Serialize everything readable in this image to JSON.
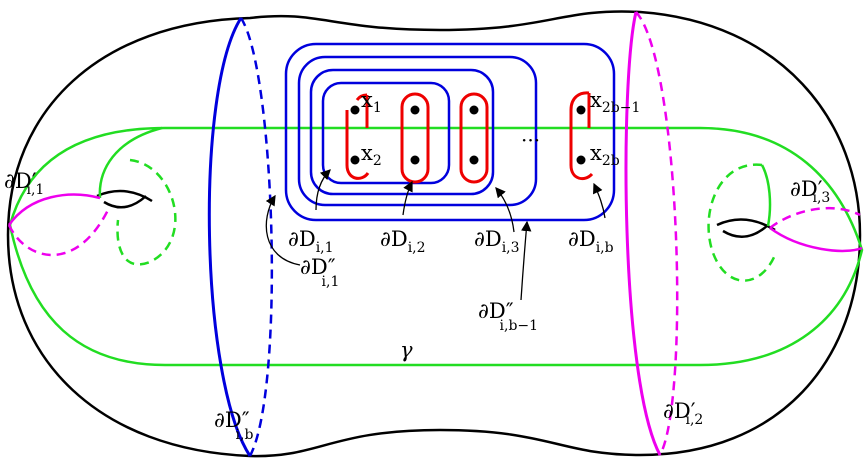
{
  "colors": {
    "outline": "#000000",
    "blue": "#0000dd",
    "magenta": "#ee00ee",
    "green": "#00dd00",
    "red": "#ee0000"
  },
  "labels": {
    "x1": {
      "base": "x",
      "sub": "1"
    },
    "x2": {
      "base": "x",
      "sub": "2"
    },
    "x2b1": {
      "base": "x",
      "sub": "2b−1"
    },
    "x2b": {
      "base": "x",
      "sub": "2b"
    },
    "ellipsis": "···",
    "dDi1": {
      "base": "∂D",
      "sub": "i,1"
    },
    "dDi2": {
      "base": "∂D",
      "sub": "i,2"
    },
    "dDi3": {
      "base": "∂D",
      "sub": "i,3"
    },
    "dDib": {
      "base": "∂D",
      "sub": "i,b"
    },
    "dDpp_i1": {
      "base": "∂D″",
      "sub": "i,1"
    },
    "dDpp_ib1": {
      "base": "∂D″",
      "sub": "i,b−1"
    },
    "dDpp_ib": {
      "base": "∂D″",
      "sub": "i,b"
    },
    "dDp_i1": {
      "base": "∂D′",
      "sub": "i,1"
    },
    "dDp_i2": {
      "base": "∂D′",
      "sub": "i,2"
    },
    "dDp_i3": {
      "base": "∂D′",
      "sub": "i,3"
    },
    "gamma": "γ"
  }
}
